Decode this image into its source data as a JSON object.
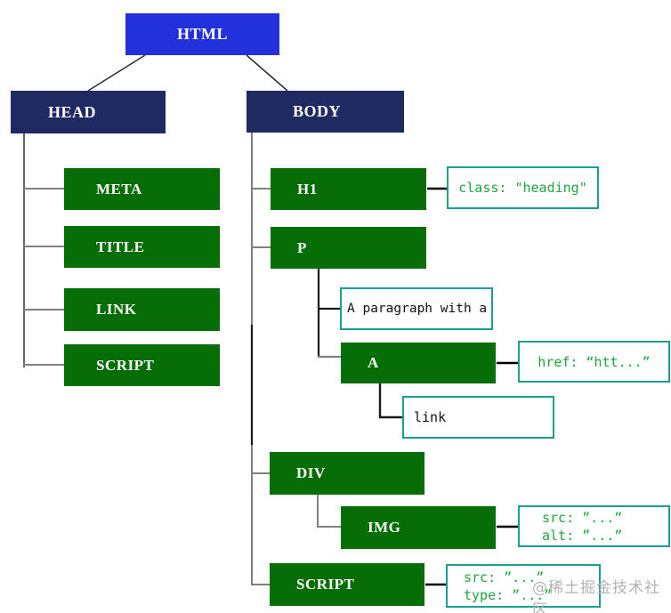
{
  "colors": {
    "element-blue": "#2331dd",
    "element-navy": "#1f2a63",
    "element-green": "#076e07",
    "annot-border": "#17a08e",
    "annot-green": "#1ea53c",
    "line-gray": "#808080",
    "line-black": "#1a1a1a",
    "watermark-gray": "#b3b3b3"
  },
  "nodes": {
    "html": {
      "label": "HTML"
    },
    "head": {
      "label": "HEAD"
    },
    "body": {
      "label": "BODY"
    },
    "meta": {
      "label": "META"
    },
    "title": {
      "label": "TITLE"
    },
    "link": {
      "label": "LINK"
    },
    "head_script": {
      "label": "SCRIPT"
    },
    "h1": {
      "label": "H1"
    },
    "p": {
      "label": "P"
    },
    "a": {
      "label": "A"
    },
    "div": {
      "label": "DIV"
    },
    "img": {
      "label": "IMG"
    },
    "body_script": {
      "label": "SCRIPT"
    }
  },
  "text_nodes": {
    "paragraph": {
      "text": "A paragraph with a"
    },
    "link_text": {
      "text": "link"
    }
  },
  "annotations": {
    "h1_class": {
      "line1": "class: \"heading\""
    },
    "a_href": {
      "line1": "href: “htt...”"
    },
    "img_attrs": {
      "line1": "src: ”...”",
      "line2": "alt: ”...”"
    },
    "script_attrs": {
      "line1": "src: ”...”",
      "line2": "type: ”...”"
    }
  },
  "watermark": {
    "text": "@稀土掘金技术社区"
  }
}
